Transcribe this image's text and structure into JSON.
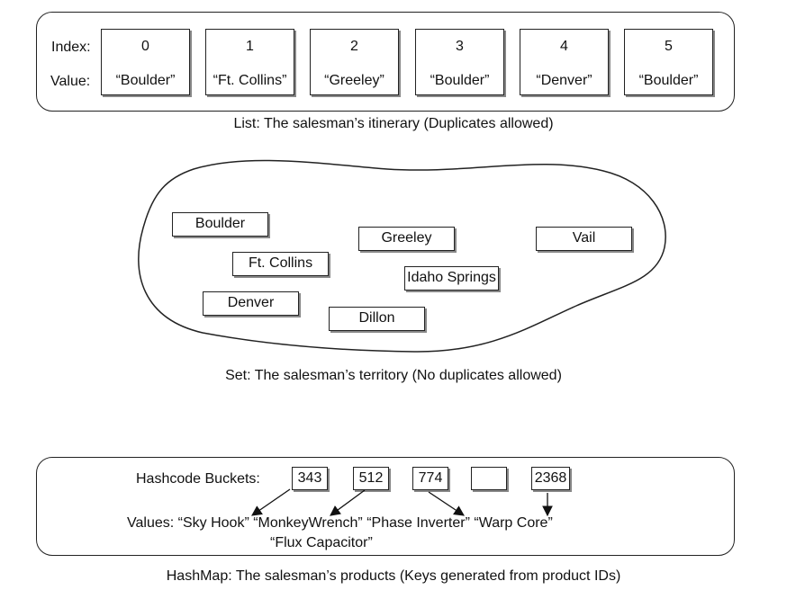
{
  "list": {
    "index_label": "Index:",
    "value_label": "Value:",
    "cells": [
      {
        "index": "0",
        "value": "“Boulder”"
      },
      {
        "index": "1",
        "value": "“Ft. Collins”"
      },
      {
        "index": "2",
        "value": "“Greeley”"
      },
      {
        "index": "3",
        "value": "“Boulder”"
      },
      {
        "index": "4",
        "value": "“Denver”"
      },
      {
        "index": "5",
        "value": "“Boulder”"
      }
    ],
    "caption": "List: The salesman’s itinerary (Duplicates allowed)"
  },
  "set": {
    "cities": [
      "Boulder",
      "Greeley",
      "Vail",
      "Ft. Collins",
      "Idaho Springs",
      "Denver",
      "Dillon"
    ],
    "caption": "Set: The salesman’s territory (No duplicates allowed)"
  },
  "hashmap": {
    "buckets_label": "Hashcode Buckets:",
    "buckets": [
      "343",
      "512",
      "774",
      "",
      "2368"
    ],
    "values_label": "Values:",
    "values": [
      "“Sky Hook”",
      "“MonkeyWrench”",
      "“Phase Inverter”",
      "“Warp Core”"
    ],
    "second_row_value": "“Flux Capacitor”",
    "caption": "HashMap: The salesman’s products (Keys generated from product IDs)"
  }
}
